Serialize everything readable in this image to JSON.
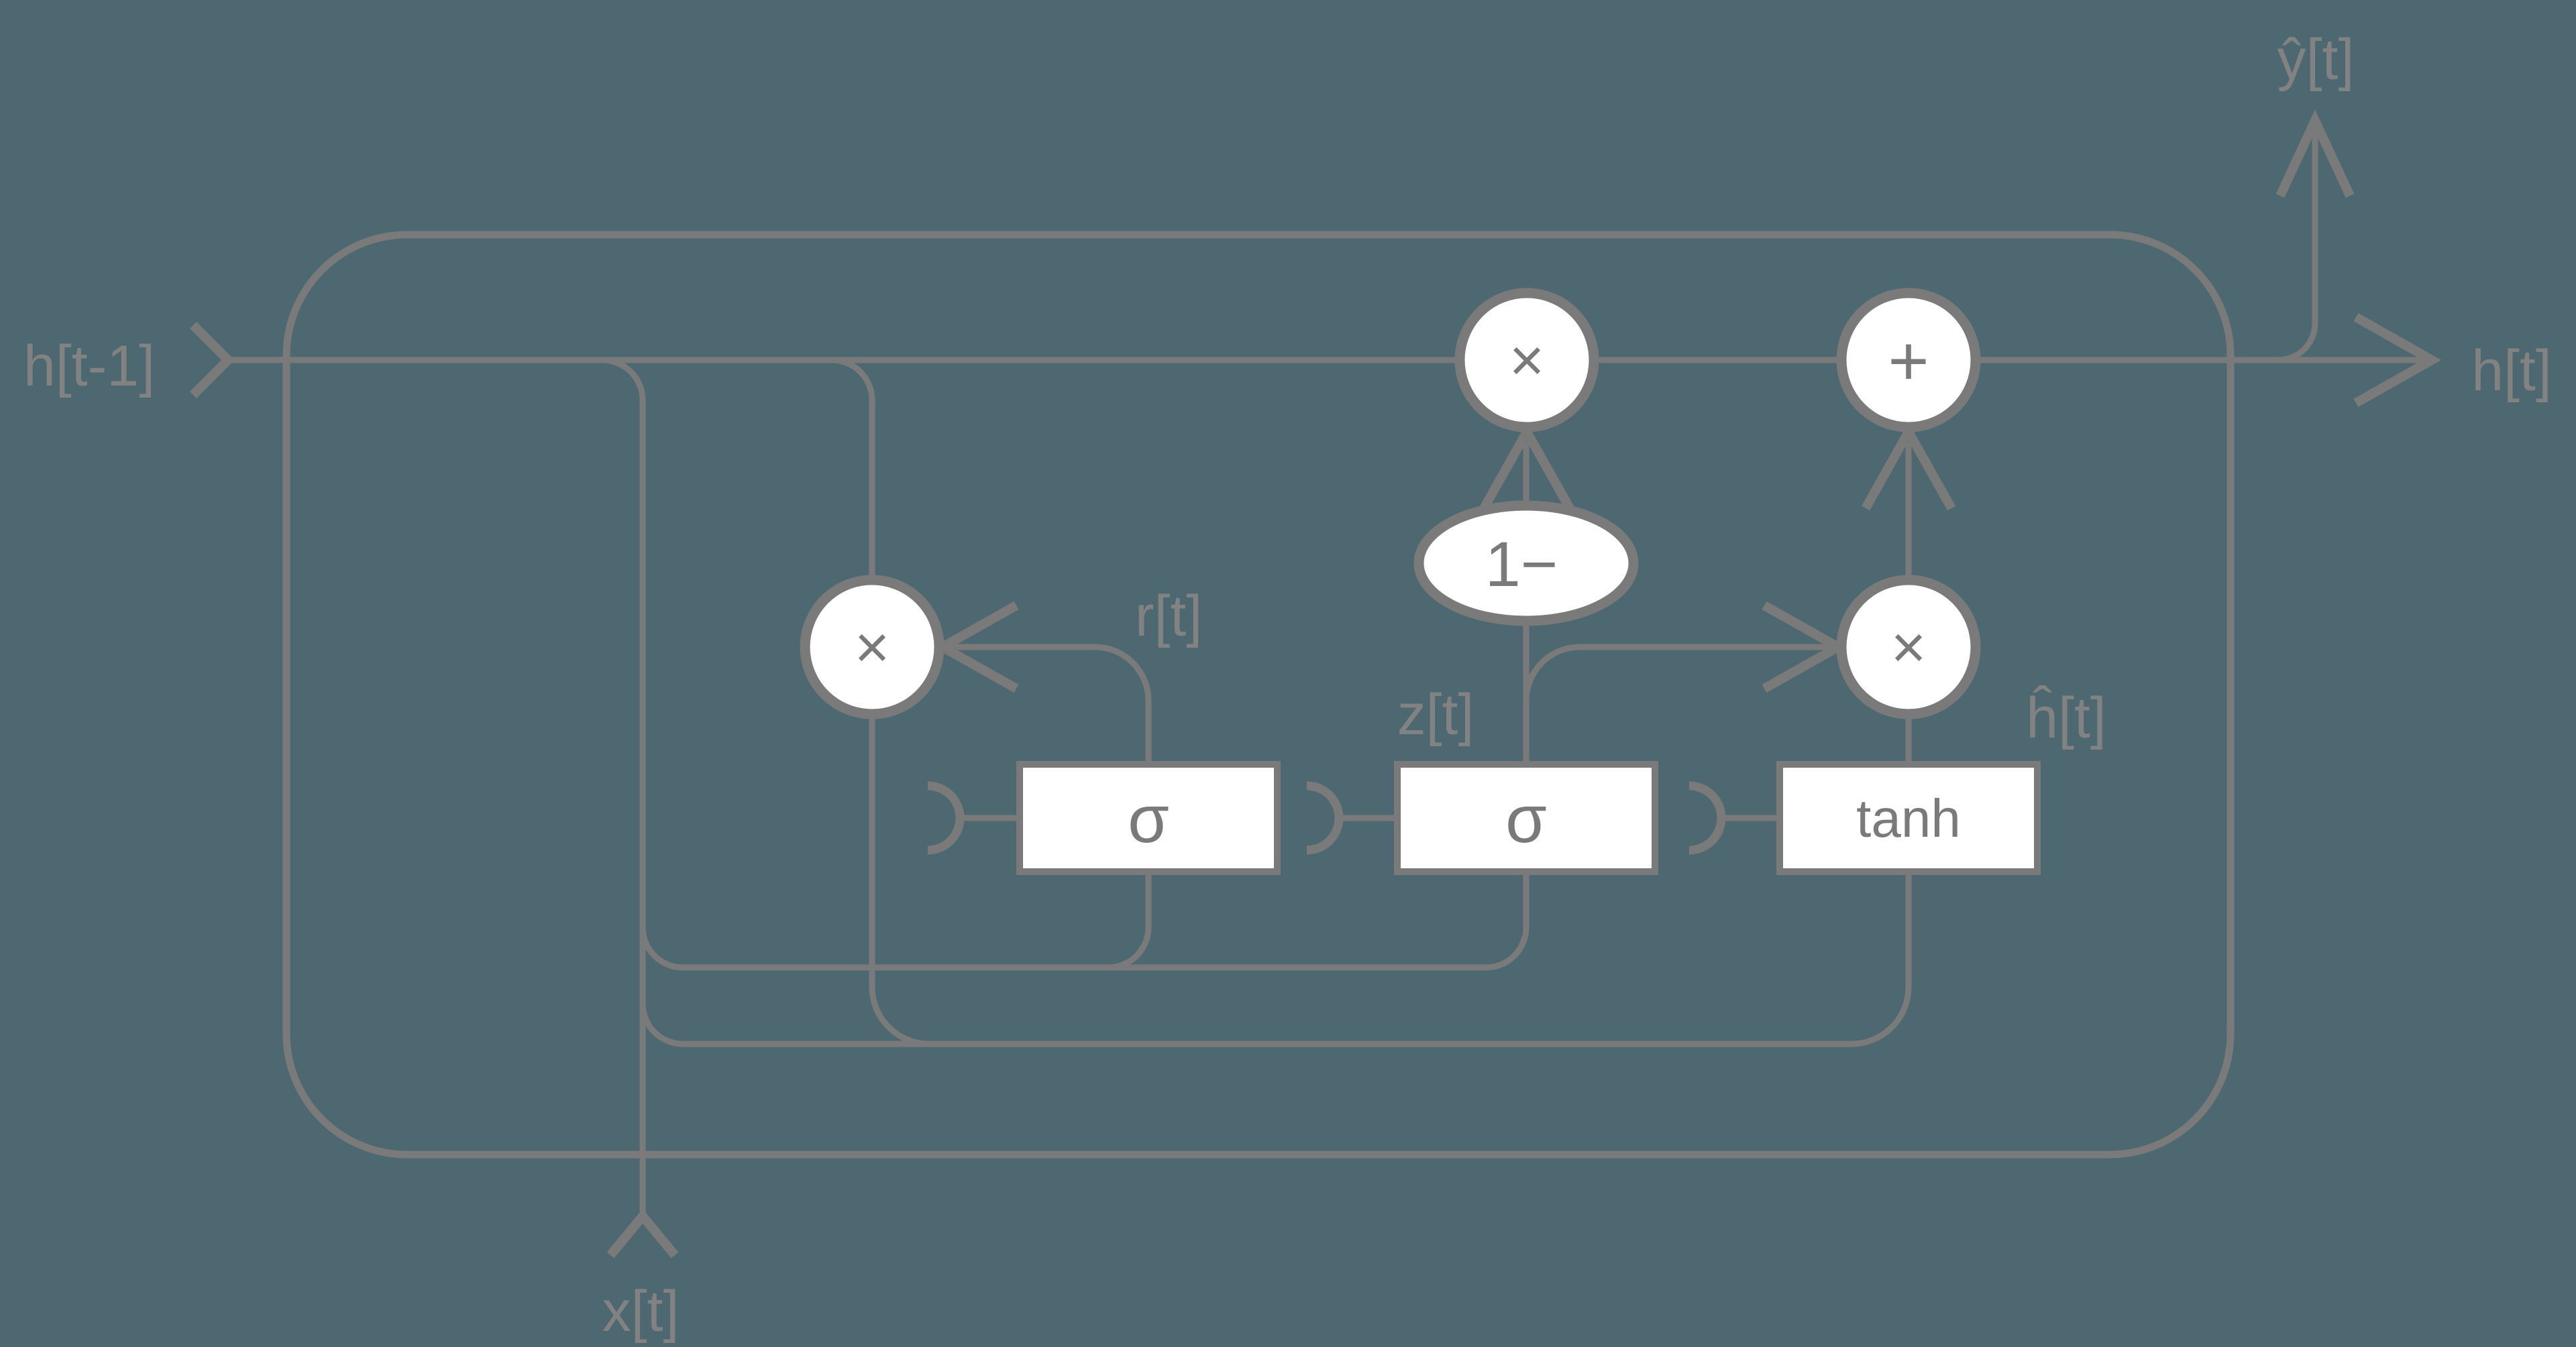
{
  "diagram_type": "GRU cell (gated recurrent unit) block diagram",
  "colors": {
    "background": "#4D6870",
    "line": "#7A7A7A",
    "label_text": "#828282",
    "node_fill": "#FFFFFF"
  },
  "labels": {
    "input_hidden": "h[t-1]",
    "output_hidden": "h[t]",
    "output_prediction": "ŷ[t]",
    "input_vector": "x[t]",
    "reset_gate": "r[t]",
    "update_gate": "z[t]",
    "candidate_hidden": "ĥ[t]"
  },
  "nodes": {
    "reset_sigmoid": "σ",
    "update_sigmoid": "σ",
    "candidate_activation": "tanh",
    "one_minus": "1−",
    "multiply_top": "×",
    "multiply_left": "×",
    "multiply_right": "×",
    "add": "+"
  }
}
